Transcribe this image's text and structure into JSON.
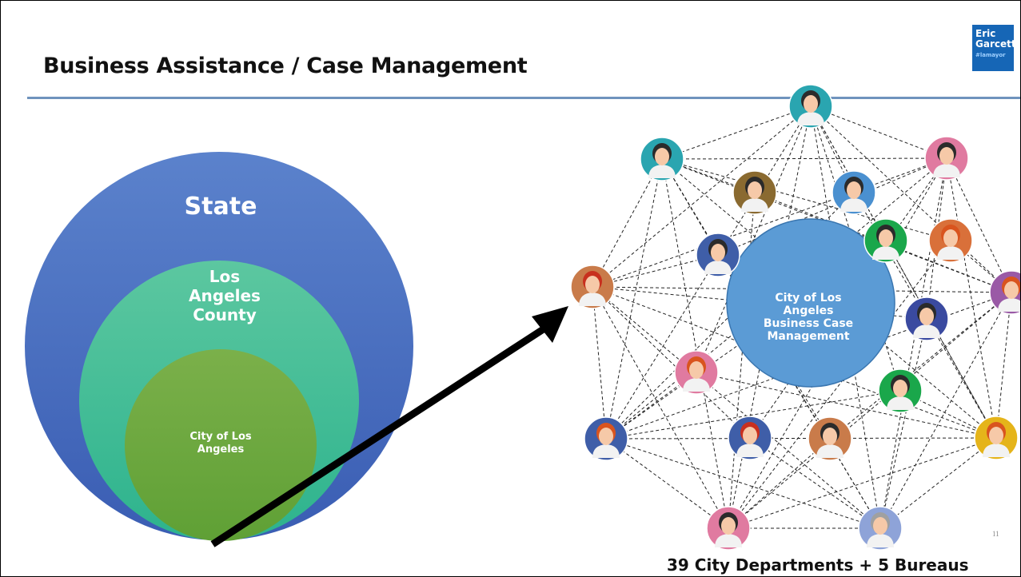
{
  "title": "Business Assistance / Case Management",
  "logo": {
    "line1": "Eric",
    "line2": "Garcetti",
    "tag": "#lamayor"
  },
  "page_number": "11",
  "caption": "39 City Departments + 5 Bureaus",
  "circles": {
    "state": "State",
    "county_line1": "Los",
    "county_line2": "Angeles",
    "county_line3": "County",
    "city_line1": "City of Los",
    "city_line2": "Angeles"
  },
  "hub": {
    "line1": "City of Los",
    "line2": "Angeles",
    "line3": "Business Case",
    "line4": "Management"
  },
  "colors": {
    "state": "#4a6fc0",
    "county": "#3fbf9a",
    "city": "#6aa844",
    "hub": "#5b9bd5",
    "rule": "#6f93bd"
  }
}
